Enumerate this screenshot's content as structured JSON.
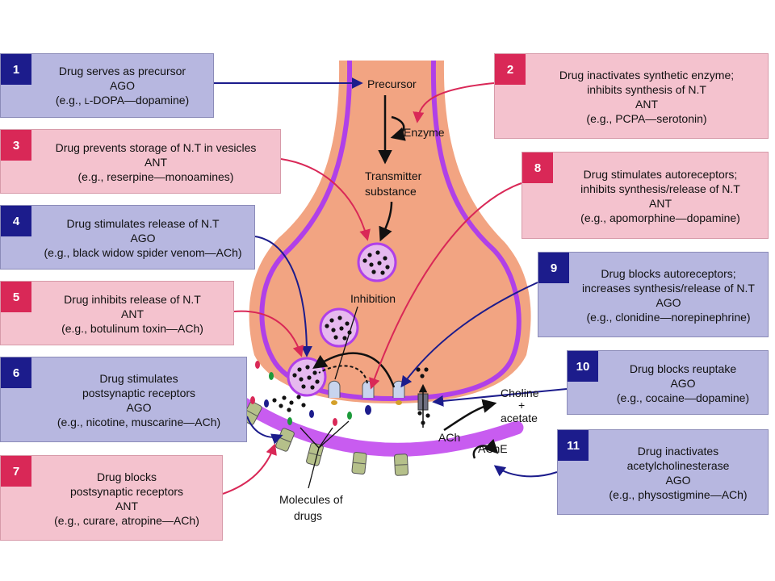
{
  "boxes": {
    "b1": {
      "number": "1",
      "lines": [
        "Drug serves as precursor",
        "AGO",
        "(e.g., "
      ],
      "example_prefix": "L",
      "example_suffix": "-DOPA—dopamine)"
    },
    "b2": {
      "number": "2",
      "lines": [
        "Drug inactivates synthetic enzyme;",
        "inhibits synthesis of N.T",
        "ANT",
        "(e.g., PCPA—serotonin)"
      ]
    },
    "b3": {
      "number": "3",
      "lines": [
        "Drug prevents storage of N.T in vesicles",
        "ANT",
        "(e.g., reserpine—monoamines)"
      ]
    },
    "b4": {
      "number": "4",
      "lines": [
        "Drug stimulates release of N.T",
        "AGO",
        "(e.g., black widow spider venom—ACh)"
      ]
    },
    "b5": {
      "number": "5",
      "lines": [
        "Drug inhibits release of N.T",
        "ANT",
        "(e.g., botulinum toxin—ACh)"
      ]
    },
    "b6": {
      "number": "6",
      "lines": [
        "Drug stimulates",
        "postsynaptic receptors",
        "AGO",
        "(e.g., nicotine, muscarine—ACh)"
      ]
    },
    "b7": {
      "number": "7",
      "lines": [
        "Drug blocks",
        "postsynaptic receptors",
        "ANT",
        "(e.g., curare, atropine—ACh)"
      ]
    },
    "b8": {
      "number": "8",
      "lines": [
        "Drug stimulates autoreceptors;",
        "inhibits synthesis/release of N.T",
        "ANT",
        "(e.g., apomorphine—dopamine)"
      ]
    },
    "b9": {
      "number": "9",
      "lines": [
        "Drug blocks autoreceptors;",
        "increases synthesis/release of N.T",
        "AGO",
        "(e.g., clonidine—norepinephrine)"
      ]
    },
    "b10": {
      "number": "10",
      "lines": [
        "Drug blocks reuptake",
        "AGO",
        "(e.g., cocaine—dopamine)"
      ]
    },
    "b11": {
      "number": "11",
      "lines": [
        "Drug inactivates",
        "acetylcholinesterase",
        "AGO",
        "(e.g., physostigmine—ACh)"
      ]
    }
  },
  "labels": {
    "precursor": "Precursor",
    "enzyme": "Enzyme",
    "transmitter_1": "Transmitter",
    "transmitter_2": "substance",
    "inhibition": "Inhibition",
    "choline": "Choline",
    "plus": "+",
    "acetate": "acetate",
    "ach": "ACh",
    "ache": "AChE",
    "molecules_1": "Molecules of",
    "molecules_2": "drugs"
  },
  "colors": {
    "ago_box": "#b7b7e0",
    "ant_box": "#f4c2ce",
    "ago_number": "#1c1c8c",
    "ant_number": "#d92857",
    "membrane": "#b040e8",
    "terminal": "#f2a482",
    "receptor": "#b5c08a"
  }
}
